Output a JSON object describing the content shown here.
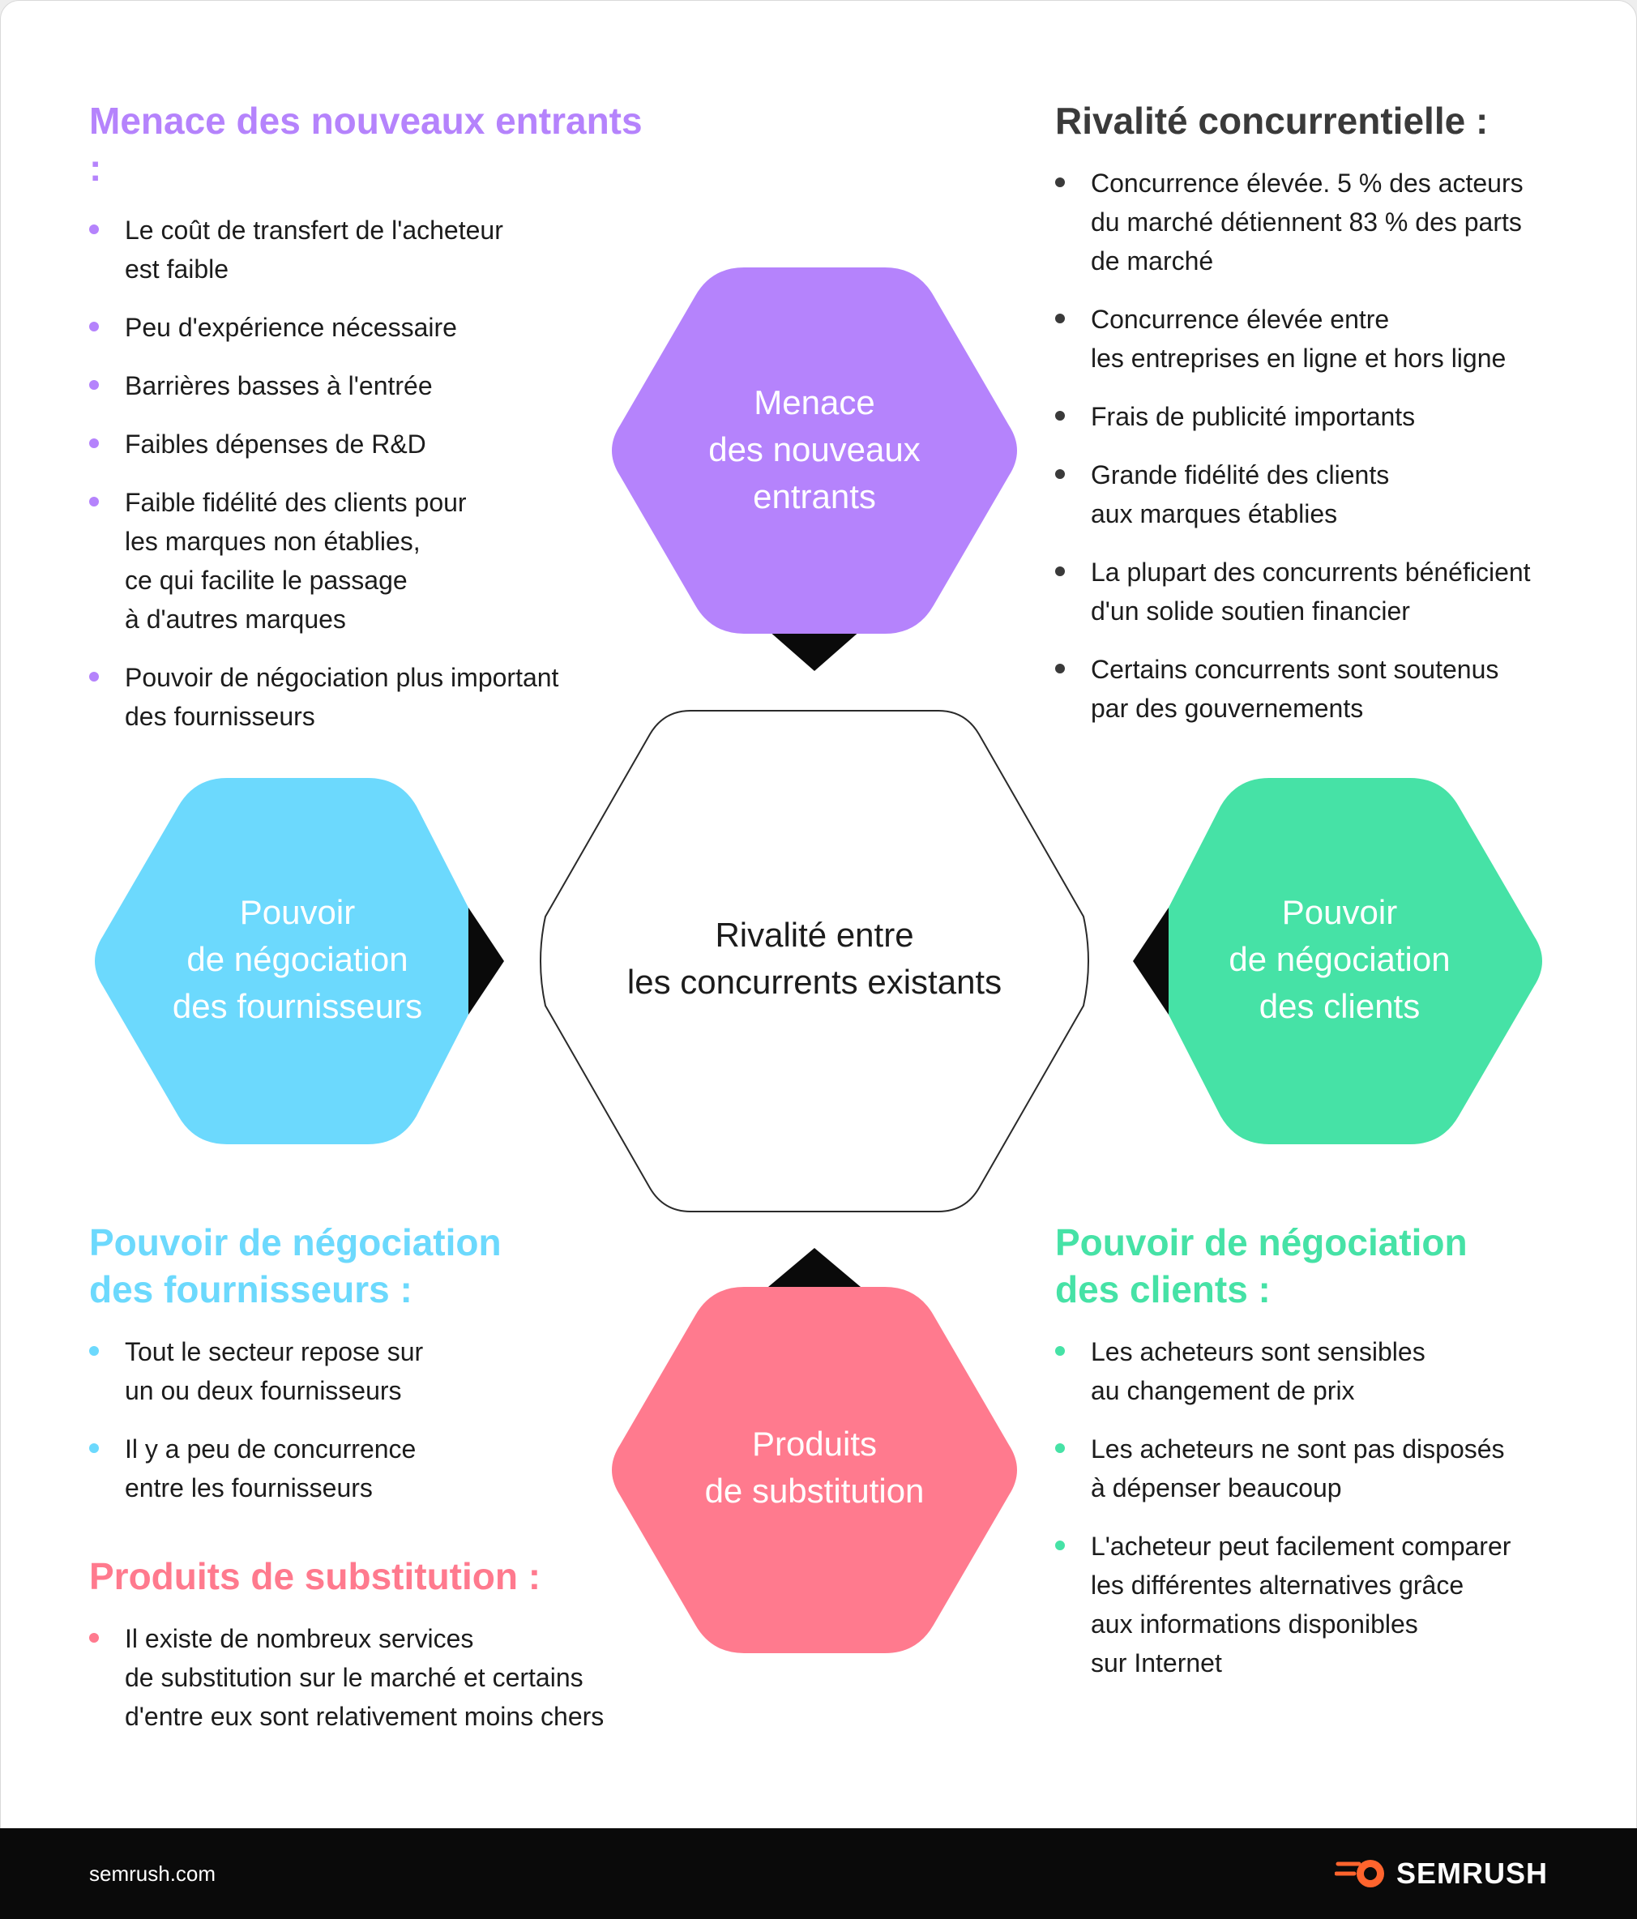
{
  "colors": {
    "purple": "#b583fc",
    "gray": "#3a3a3a",
    "cyan": "#6cd9fd",
    "green": "#46e2a6",
    "pink": "#ff7a8e",
    "black": "#0a0a0a",
    "orange": "#ff642d"
  },
  "diagram": {
    "top": "Menace\ndes nouveaux\nentrants",
    "left": "Pouvoir\nde négociation\ndes fournisseurs",
    "right": "Pouvoir\nde négociation\ndes clients",
    "bottom": "Produits\nde substitution",
    "center": "Rivalité entre\nles concurrents existants"
  },
  "sections": {
    "new_entrants": {
      "title": "Menace des nouveaux entrants :",
      "items": [
        "Le coût de transfert de l'acheteur\nest faible",
        "Peu d'expérience nécessaire",
        "Barrières basses à l'entrée",
        "Faibles dépenses de R&D",
        "Faible fidélité des clients pour\nles marques non établies,\nce qui facilite le passage\nà d'autres marques",
        "Pouvoir de négociation plus important\ndes fournisseurs"
      ]
    },
    "rivalry": {
      "title": "Rivalité concurrentielle :",
      "items": [
        "Concurrence élevée. 5 % des acteurs\ndu marché détiennent 83 % des parts\nde marché",
        "Concurrence élevée entre\nles entreprises en ligne et hors ligne",
        "Frais de publicité importants",
        "Grande fidélité des clients\naux marques établies",
        "La plupart des concurrents bénéficient\nd'un solide soutien financier",
        "Certains concurrents sont soutenus\npar des gouvernements"
      ]
    },
    "suppliers": {
      "title": "Pouvoir de négociation\ndes fournisseurs :",
      "items": [
        "Tout le secteur repose sur\nun ou deux fournisseurs",
        "Il y a peu de concurrence\nentre les fournisseurs"
      ]
    },
    "substitutes": {
      "title": "Produits de substitution :",
      "items": [
        "Il existe de nombreux services\nde substitution sur le marché et certains\nd'entre eux sont relativement moins chers"
      ]
    },
    "clients": {
      "title": "Pouvoir de négociation\ndes clients :",
      "items": [
        "Les acheteurs sont sensibles\nau changement de prix",
        "Les acheteurs ne sont pas disposés\nà dépenser beaucoup",
        "L'acheteur peut facilement comparer\nles différentes alternatives grâce\naux informations disponibles\nsur Internet"
      ]
    }
  },
  "footer": {
    "url": "semrush.com",
    "logo_text": "SEMRUSH"
  }
}
